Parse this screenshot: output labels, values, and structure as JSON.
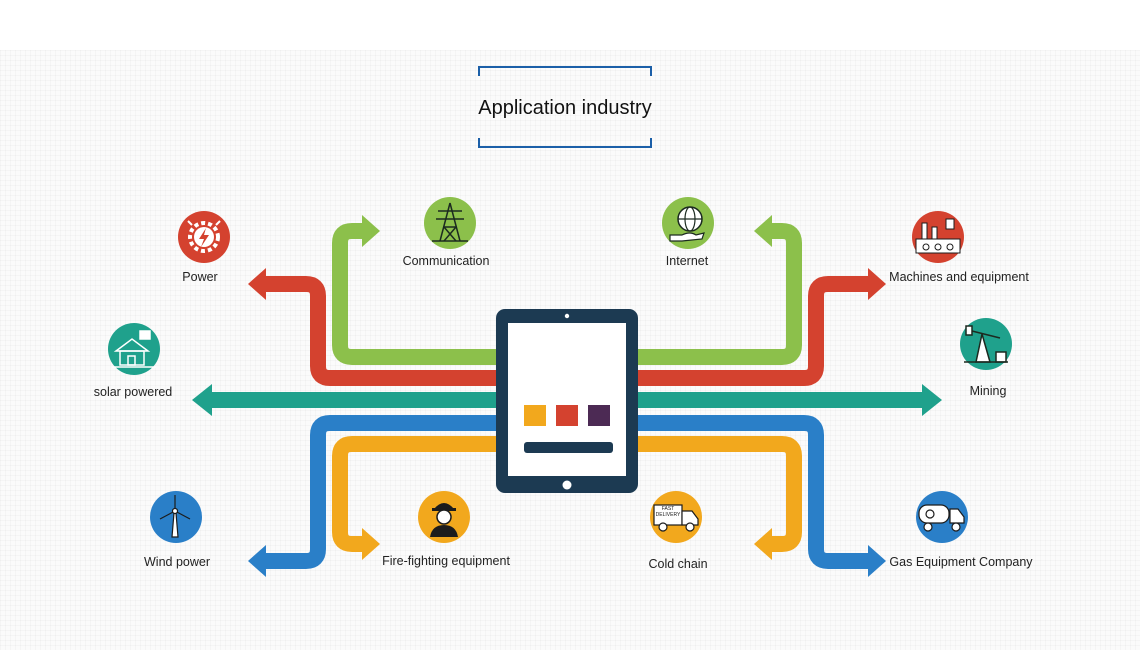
{
  "heading": "Application industry",
  "colors": {
    "red": "#d4422f",
    "green": "#8cc04b",
    "teal": "#1fa18c",
    "blue": "#2a7fc8",
    "orange": "#f2a81d",
    "navy": "#1c3a52",
    "purple": "#4c2a54",
    "title_bracket": "#1b5fa8"
  },
  "nodes": [
    {
      "id": "power",
      "label": "Power",
      "icon": "gear-lightning-icon",
      "color": "#d4422f"
    },
    {
      "id": "communication",
      "label": "Communication",
      "icon": "transmission-tower-icon",
      "color": "#8cc04b"
    },
    {
      "id": "internet",
      "label": "Internet",
      "icon": "globe-hand-icon",
      "color": "#8cc04b"
    },
    {
      "id": "machines",
      "label": "Machines and equipment",
      "icon": "factory-icon",
      "color": "#d4422f"
    },
    {
      "id": "solar",
      "label": "solar powered",
      "icon": "solar-house-icon",
      "color": "#1fa18c"
    },
    {
      "id": "mining",
      "label": "Mining",
      "icon": "oil-pump-icon",
      "color": "#1fa18c"
    },
    {
      "id": "wind",
      "label": "Wind power",
      "icon": "wind-turbine-icon",
      "color": "#2a7fc8"
    },
    {
      "id": "fire",
      "label": "Fire-fighting equipment",
      "icon": "firefighter-icon",
      "color": "#f2a81d"
    },
    {
      "id": "cold",
      "label": "Cold chain",
      "icon": "delivery-truck-icon",
      "color": "#f2a81d"
    },
    {
      "id": "gas",
      "label": "Gas Equipment Company",
      "icon": "tanker-truck-icon",
      "color": "#2a7fc8"
    }
  ],
  "truck_text": "FAST DELIVERY",
  "tablet": {
    "squares": [
      "#f2a81d",
      "#d4422f",
      "#4c2a54"
    ]
  }
}
